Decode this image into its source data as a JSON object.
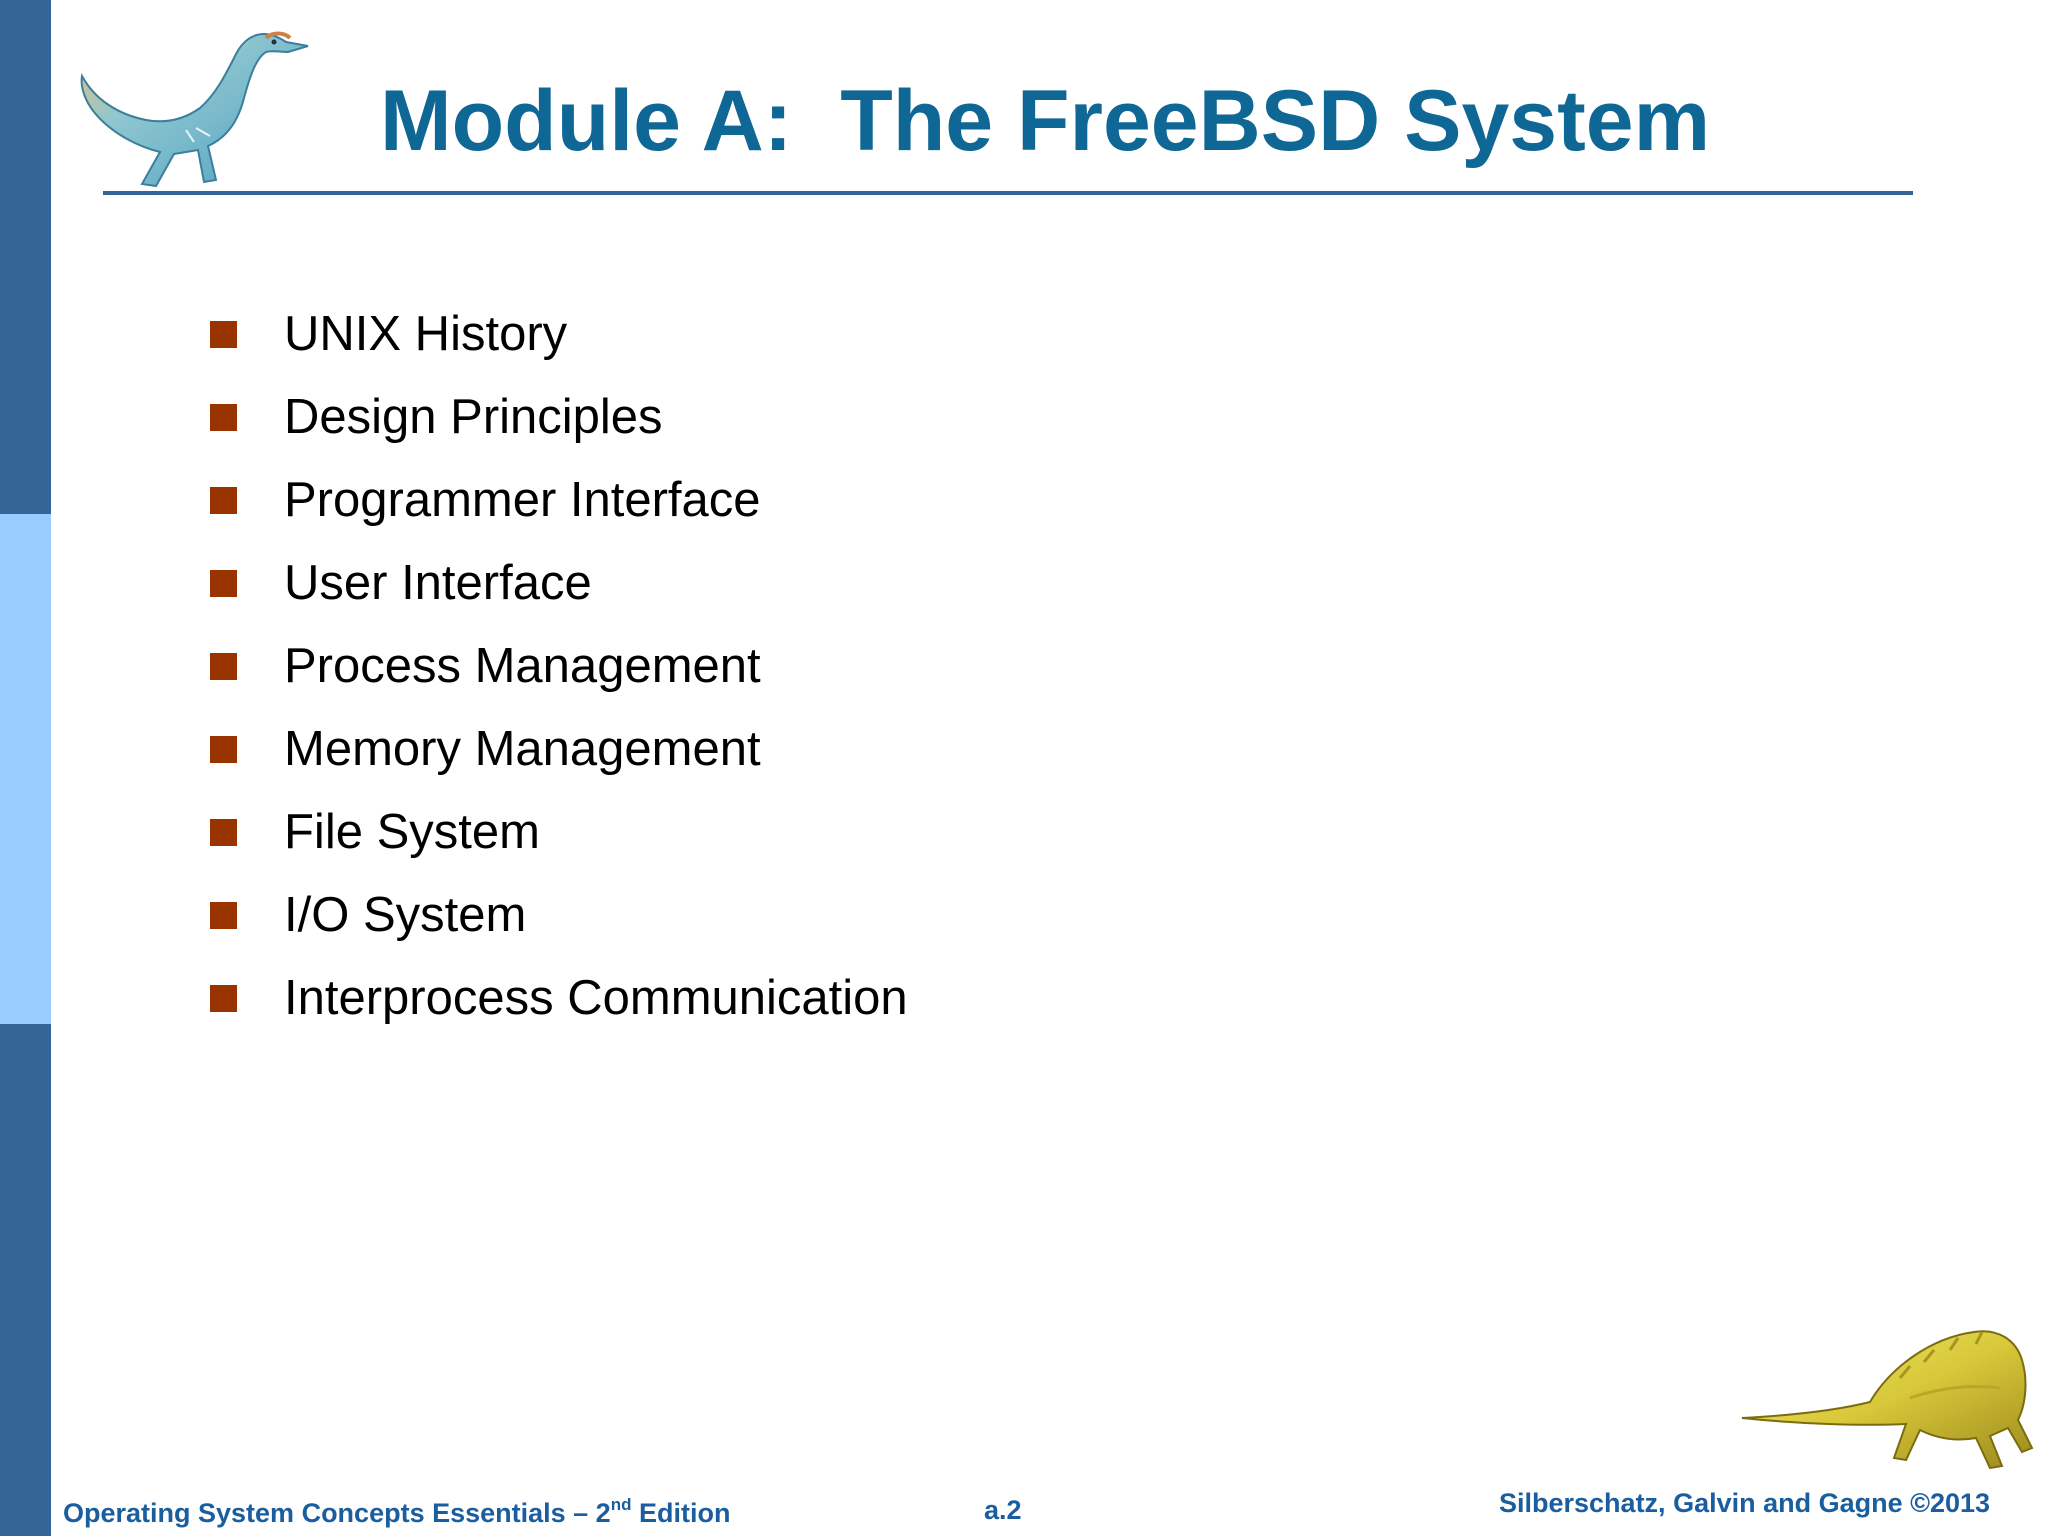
{
  "slide": {
    "title": "Module A:  The FreeBSD System",
    "topics": [
      "UNIX History",
      "Design Principles",
      "Programmer Interface",
      "User Interface",
      "Process Management",
      "Memory Management",
      "File System",
      "I/O System",
      "Interprocess Communication"
    ]
  },
  "footer": {
    "book_prefix": "Operating System Concepts Essentials – 2",
    "book_sup": "nd",
    "book_suffix": " Edition",
    "page_number": "a.2",
    "copyright": "Silberschatz, Galvin and Gagne ©2013"
  },
  "colors": {
    "title": "#0f6796",
    "bullet": "#993300",
    "bar_dark": "#356596",
    "bar_light": "#99ccff",
    "footer_text": "#1a5ea0"
  },
  "icons": {
    "top_left": "dinosaur-icon",
    "bottom_right": "dinosaur-icon"
  }
}
